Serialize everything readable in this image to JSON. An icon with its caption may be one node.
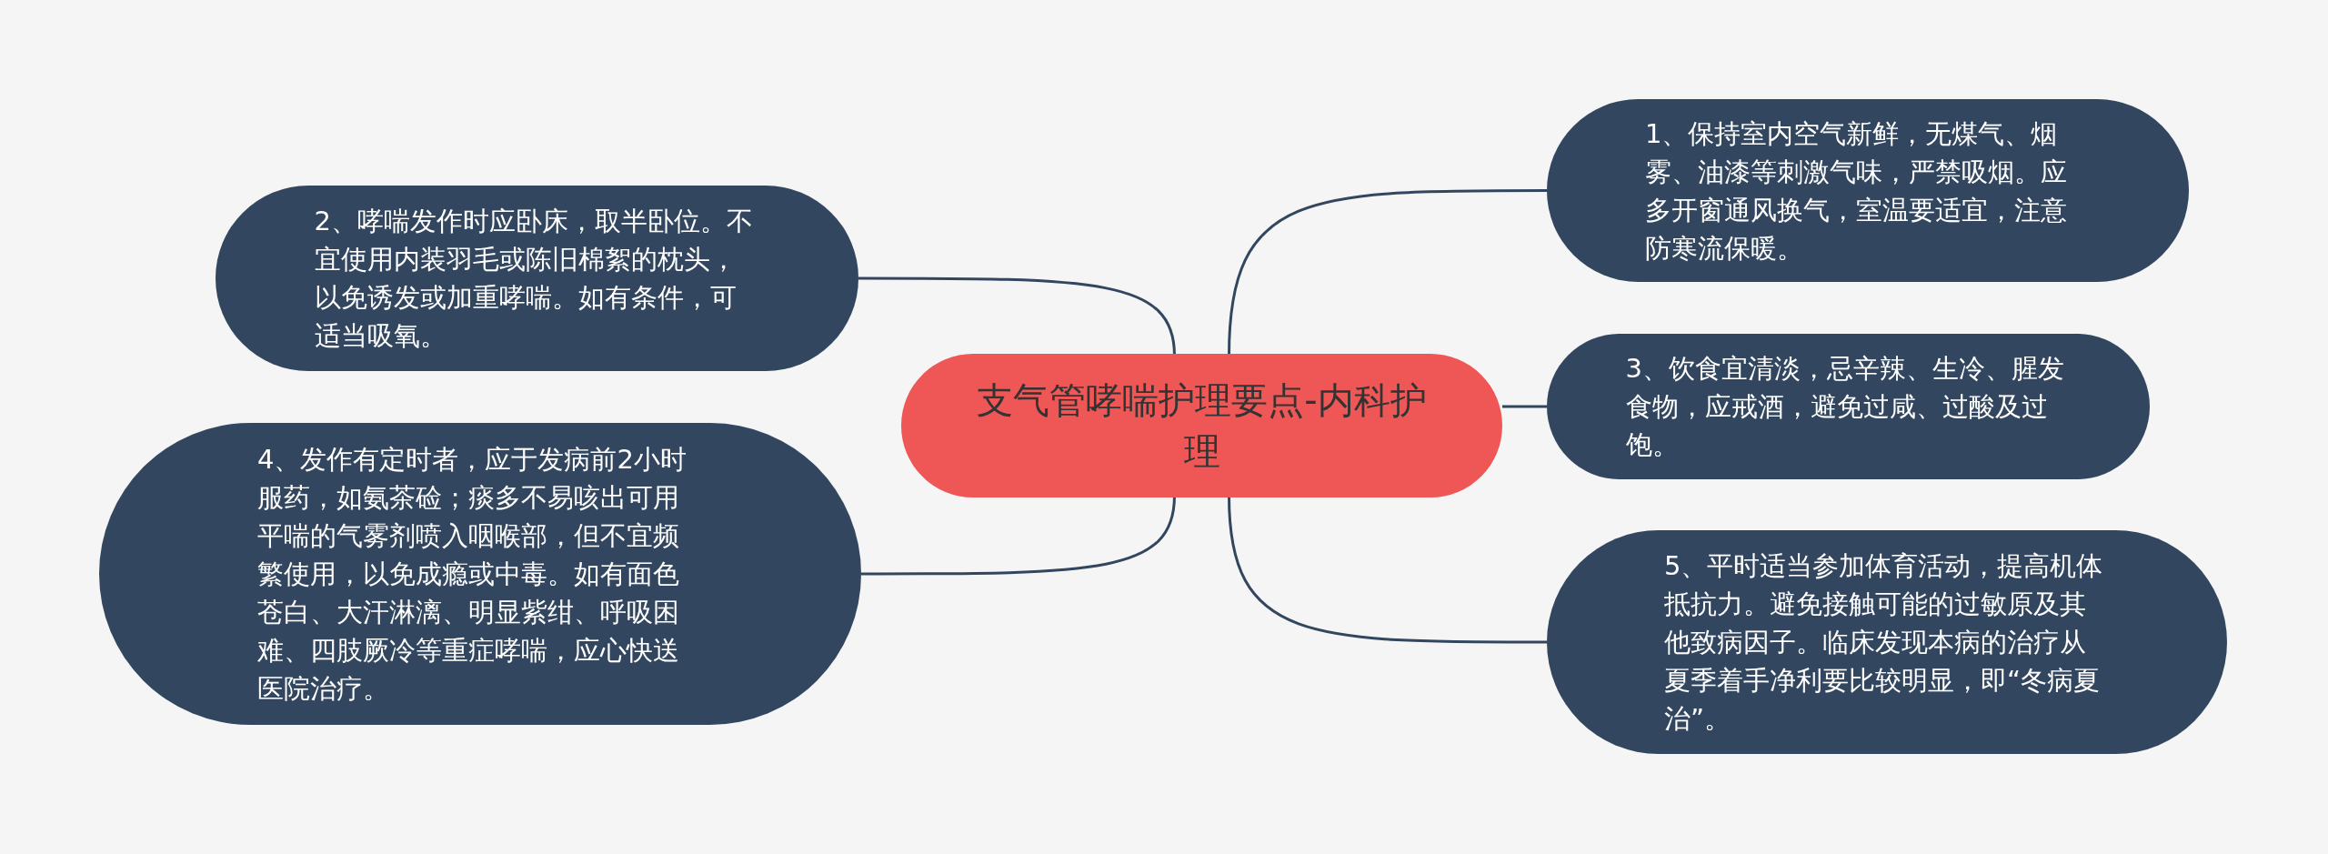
{
  "diagram": {
    "nodes": [
      {
        "text": [
          "支气管哮喘护理要点-内科护理"
        ]
      },
      {
        "text": [
          "1、保持室内空气新鲜，无煤气、烟雾、油漆等刺激气味，严禁吸烟。应多开窗通风换气，室温要适宜，注意防寒流保暖。"
        ]
      },
      {
        "text": [
          "2、哮喘发作时应卧床，取半卧位。不宜使用内装羽毛或陈旧棉絮的枕头，以免诱发或加重哮喘。如有条件，可适当吸氧。"
        ]
      },
      {
        "text": [
          "3、饮食宜清淡，忌辛辣、生冷、腥发食物，应戒酒，避免过咸、过酸及过饱。"
        ]
      },
      {
        "text": [
          "4、发作有定时者，应于发病前2小时服药，如氨茶硷；痰多不易咳出可用平喘的气雾剂喷入咽喉部，但不宜频繁使用，以免成瘾或中毒。如有面色苍白、大汗淋漓、明显紫绀、呼吸困难、四肢厥冷等重症哮喘，应心快送医院治疗。"
        ]
      },
      {
        "text": [
          "5、平时适当参加体育活动，提高机体抵抗力。避免接触可能的过敏原及其他致病因子。临床发现本病的治疗从夏季着手净利要比较明显，即“冬病夏治”。"
        ]
      }
    ],
    "edges": [
      {
        "from": 0,
        "to": 1,
        "arrow": "none"
      },
      {
        "from": 0,
        "to": 2,
        "arrow": "none"
      },
      {
        "from": 0,
        "to": 3,
        "arrow": "none"
      },
      {
        "from": 0,
        "to": 4,
        "arrow": "none"
      },
      {
        "from": 0,
        "to": 5,
        "arrow": "none"
      }
    ]
  }
}
